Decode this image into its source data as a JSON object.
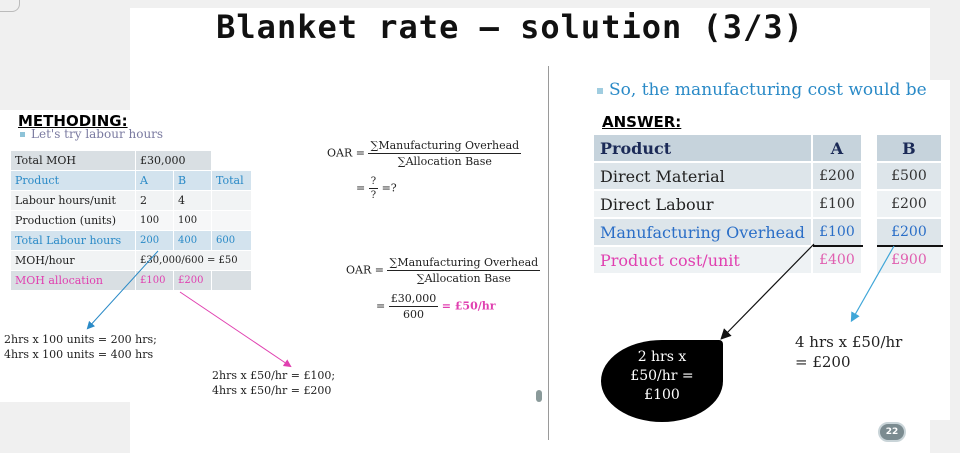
{
  "title": "Blanket rate – solution (3/3)",
  "left": {
    "heading": "METHODING:",
    "intro": "Let's try labour hours",
    "table": {
      "total_moh": {
        "label": "Total MOH",
        "value": "£30,000"
      },
      "header": [
        "Product",
        "A",
        "B",
        "Total"
      ],
      "labour_hours_unit": {
        "label": "Labour hours/unit",
        "a": "2",
        "b": "4"
      },
      "production_units": {
        "label": "Production (units)",
        "a": "100",
        "b": "100"
      },
      "total_labour_hours": {
        "label": "Total Labour hours",
        "a": "200",
        "b": "400",
        "total": "600"
      },
      "moh_hour": {
        "label": "MOH/hour",
        "value": "£30,000/600 = £50"
      },
      "moh_allocation": {
        "label": "MOH allocation",
        "a": "£100",
        "b": "£200"
      }
    },
    "note_hours": [
      "2hrs x 100 units = 200 hrs;",
      "4hrs x 100 units = 400 hrs"
    ],
    "note_alloc": [
      "2hrs x £50/hr = £100;",
      "4hrs x £50/hr = £200"
    ]
  },
  "formula1": {
    "lhs": "OAR =",
    "num": "∑Manufacturing Overhead",
    "den": "∑Allocation Base",
    "eq": "=",
    "q_num": "?",
    "q_den": "?",
    "q_tail": "=?"
  },
  "formula2": {
    "lhs": "OAR =",
    "num": "∑Manufacturing Overhead",
    "den": "∑Allocation Base",
    "eq": "=",
    "v_num": "£30,000",
    "v_den": "600",
    "result": "= £50/hr"
  },
  "right": {
    "heading": "ANSWER:",
    "intro": "So, the manufacturing cost would be",
    "table": {
      "header": [
        "Product",
        "A",
        "B"
      ],
      "rows": [
        {
          "label": "Direct Material",
          "a": "£200",
          "b": "£500"
        },
        {
          "label": "Direct Labour",
          "a": "£100",
          "b": "£200"
        },
        {
          "label": "Manufacturing Overhead",
          "a": "£100",
          "b": "£200"
        },
        {
          "label": "Product cost/unit",
          "a": "£400",
          "b": "£900"
        }
      ]
    },
    "bubble": [
      "2 hrs x",
      "£50/hr =",
      "£100"
    ],
    "note": [
      "4 hrs x £50/hr",
      "= £200"
    ]
  },
  "page_number": "22",
  "colors": {
    "accent_blue": "#2a8ac7",
    "accent_pink": "#e040b0",
    "navy": "#1b2a57"
  }
}
